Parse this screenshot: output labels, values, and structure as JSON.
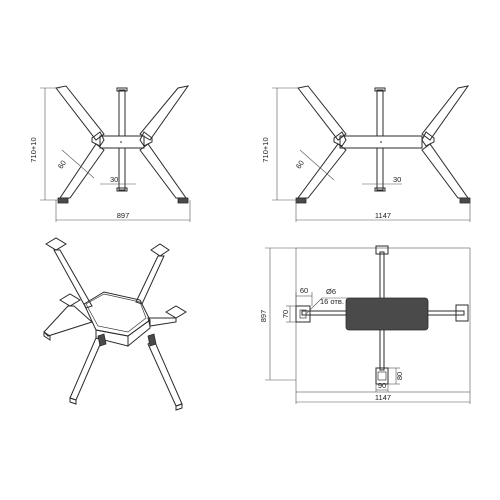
{
  "views": {
    "front_small": {
      "height_label": "710+10",
      "angle_label": "60",
      "foot_label": "30",
      "width_label": "897"
    },
    "front_large": {
      "height_label": "710+10",
      "angle_label": "60",
      "foot_label": "30",
      "width_label": "1147"
    },
    "top_view": {
      "depth_label": "897",
      "width_label": "1147",
      "pad_width_label": "60",
      "pad_height_label": "70",
      "hole_diameter_label": "Ø6",
      "hole_count_label": "16 отв.",
      "foot_width_label": "90",
      "foot_height_label": "80"
    }
  }
}
